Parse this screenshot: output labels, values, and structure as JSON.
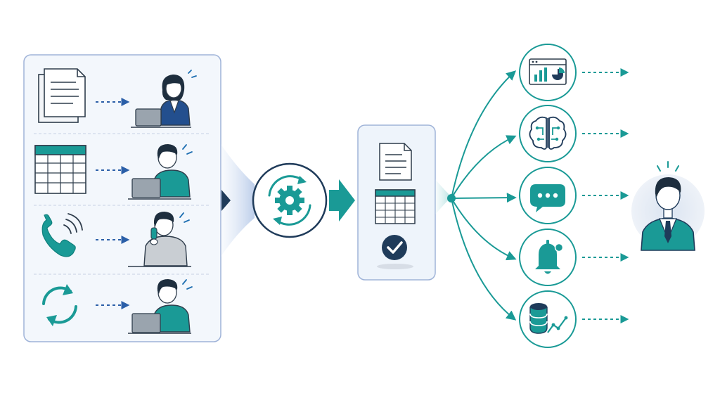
{
  "colors": {
    "navy": "#1f3b5a",
    "teal": "#1a9a96",
    "teal_dark": "#10807c",
    "blue_arrow": "#2b5fa8",
    "panel_border": "#9fb3d8",
    "panel_fill": "#f3f7fc",
    "line": "#2f3d4c",
    "skin": "#ffffff",
    "divider": "#c7d2e3"
  },
  "input_rows": [
    {
      "source_icon": "documents-icon",
      "worker": "office-worker-woman"
    },
    {
      "source_icon": "spreadsheet-icon",
      "worker": "office-worker-man"
    },
    {
      "source_icon": "phone-call-icon",
      "worker": "worker-on-phone"
    },
    {
      "source_icon": "sync-icon",
      "worker": "office-worker-man"
    }
  ],
  "process_icon": "automation-gear-icon",
  "output_panel": [
    "document-icon",
    "spreadsheet-icon",
    "check-icon"
  ],
  "outputs": [
    {
      "icon": "analytics-dashboard-icon"
    },
    {
      "icon": "brain-ai-icon"
    },
    {
      "icon": "chat-message-icon"
    },
    {
      "icon": "notification-bell-icon"
    },
    {
      "icon": "database-trend-icon"
    }
  ],
  "recipient_icon": "business-manager-icon"
}
